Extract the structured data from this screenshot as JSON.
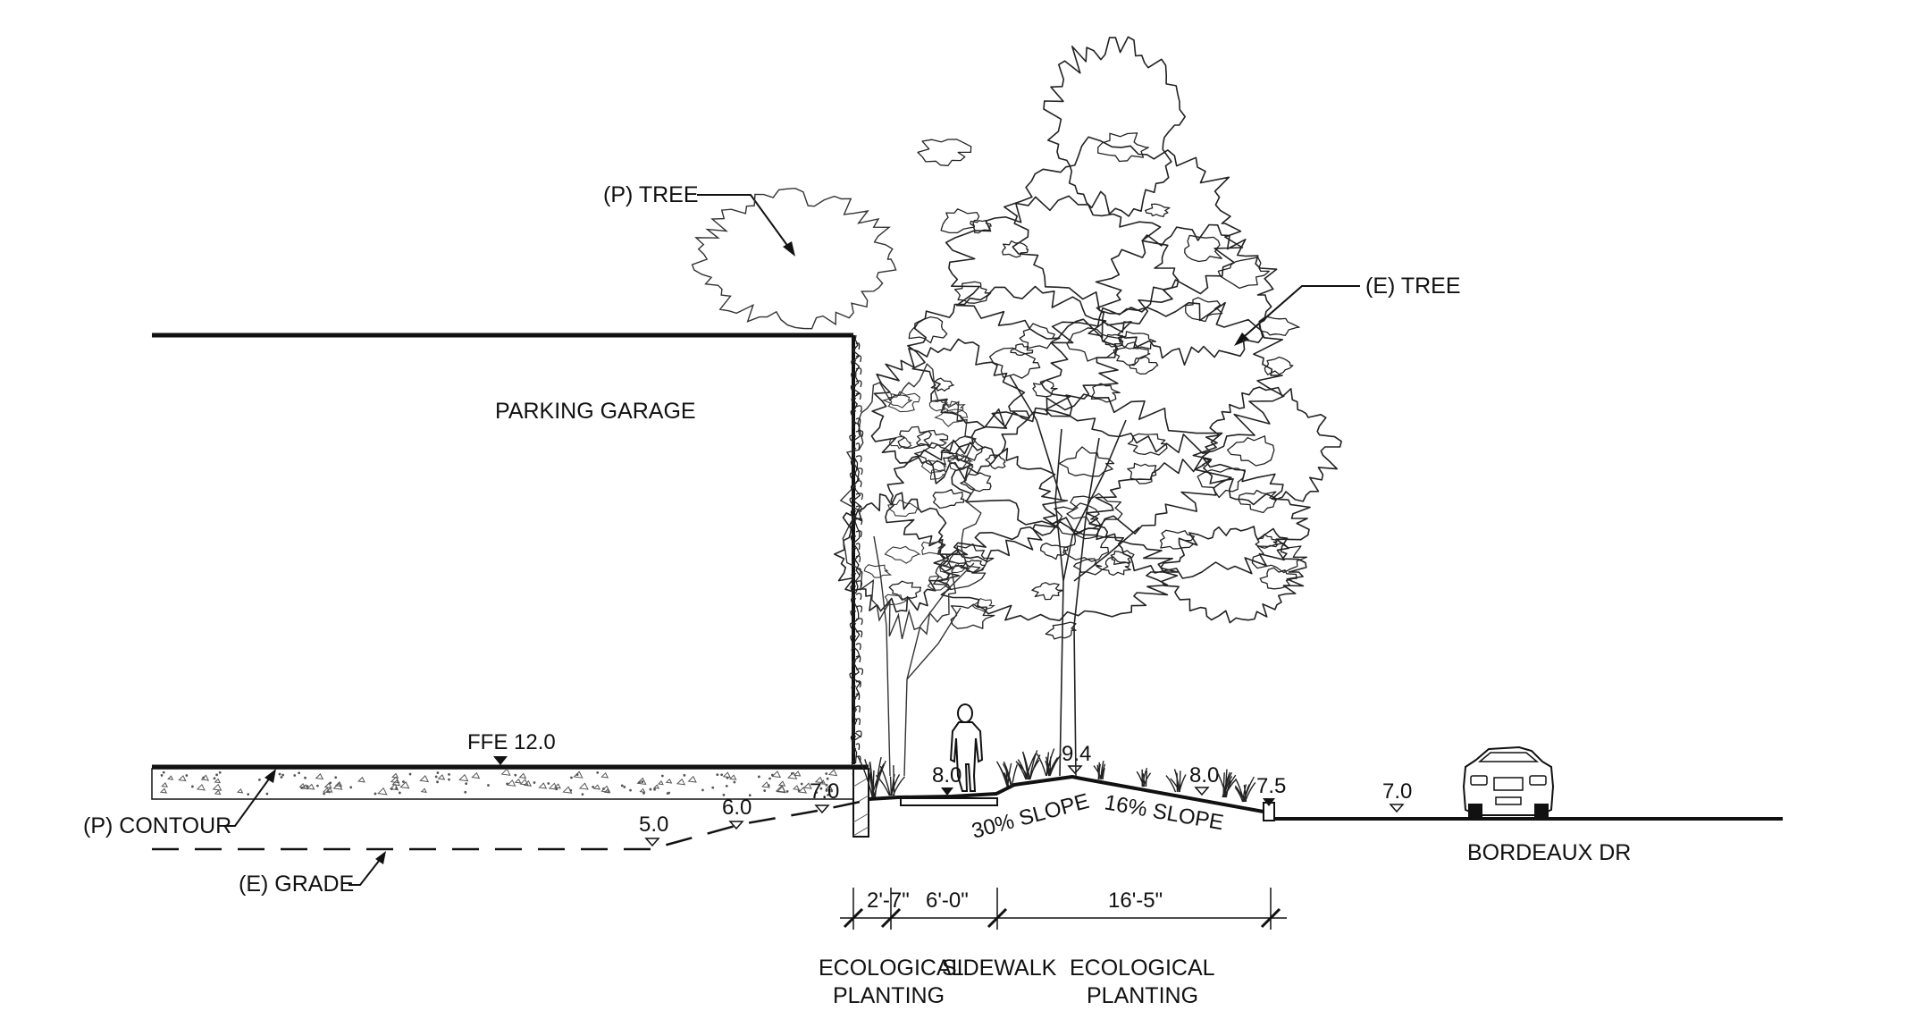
{
  "labels": {
    "proposed_tree": "(P) TREE",
    "existing_tree": "(E) TREE",
    "parking_garage": "PARKING GARAGE",
    "ffe": "FFE 12.0",
    "proposed_contour": "(P) CONTOUR",
    "existing_grade": "(E) GRADE",
    "road": "BORDEAUX DR"
  },
  "elevations": {
    "e_5_0": "5.0",
    "e_6_0": "6.0",
    "e_7_0_left": "7.0",
    "e_8_0_walk": "8.0",
    "e_9_4": "9.4",
    "e_8_0_slope": "8.0",
    "e_7_5": "7.5",
    "e_7_0_road": "7.0"
  },
  "slopes": {
    "left": "30% SLOPE",
    "right": "16% SLOPE"
  },
  "dimensions": {
    "d1": "2'-7\"",
    "d2": "6'-0\"",
    "d3": "16'-5\""
  },
  "zones": {
    "z1_line1": "ECOLOGICAL",
    "z1_line2": "PLANTING",
    "z2": "SIDEWALK",
    "z3_line1": "ECOLOGICAL",
    "z3_line2": "PLANTING"
  },
  "colors": {
    "ink": "#111111",
    "hatch": "#555555"
  }
}
